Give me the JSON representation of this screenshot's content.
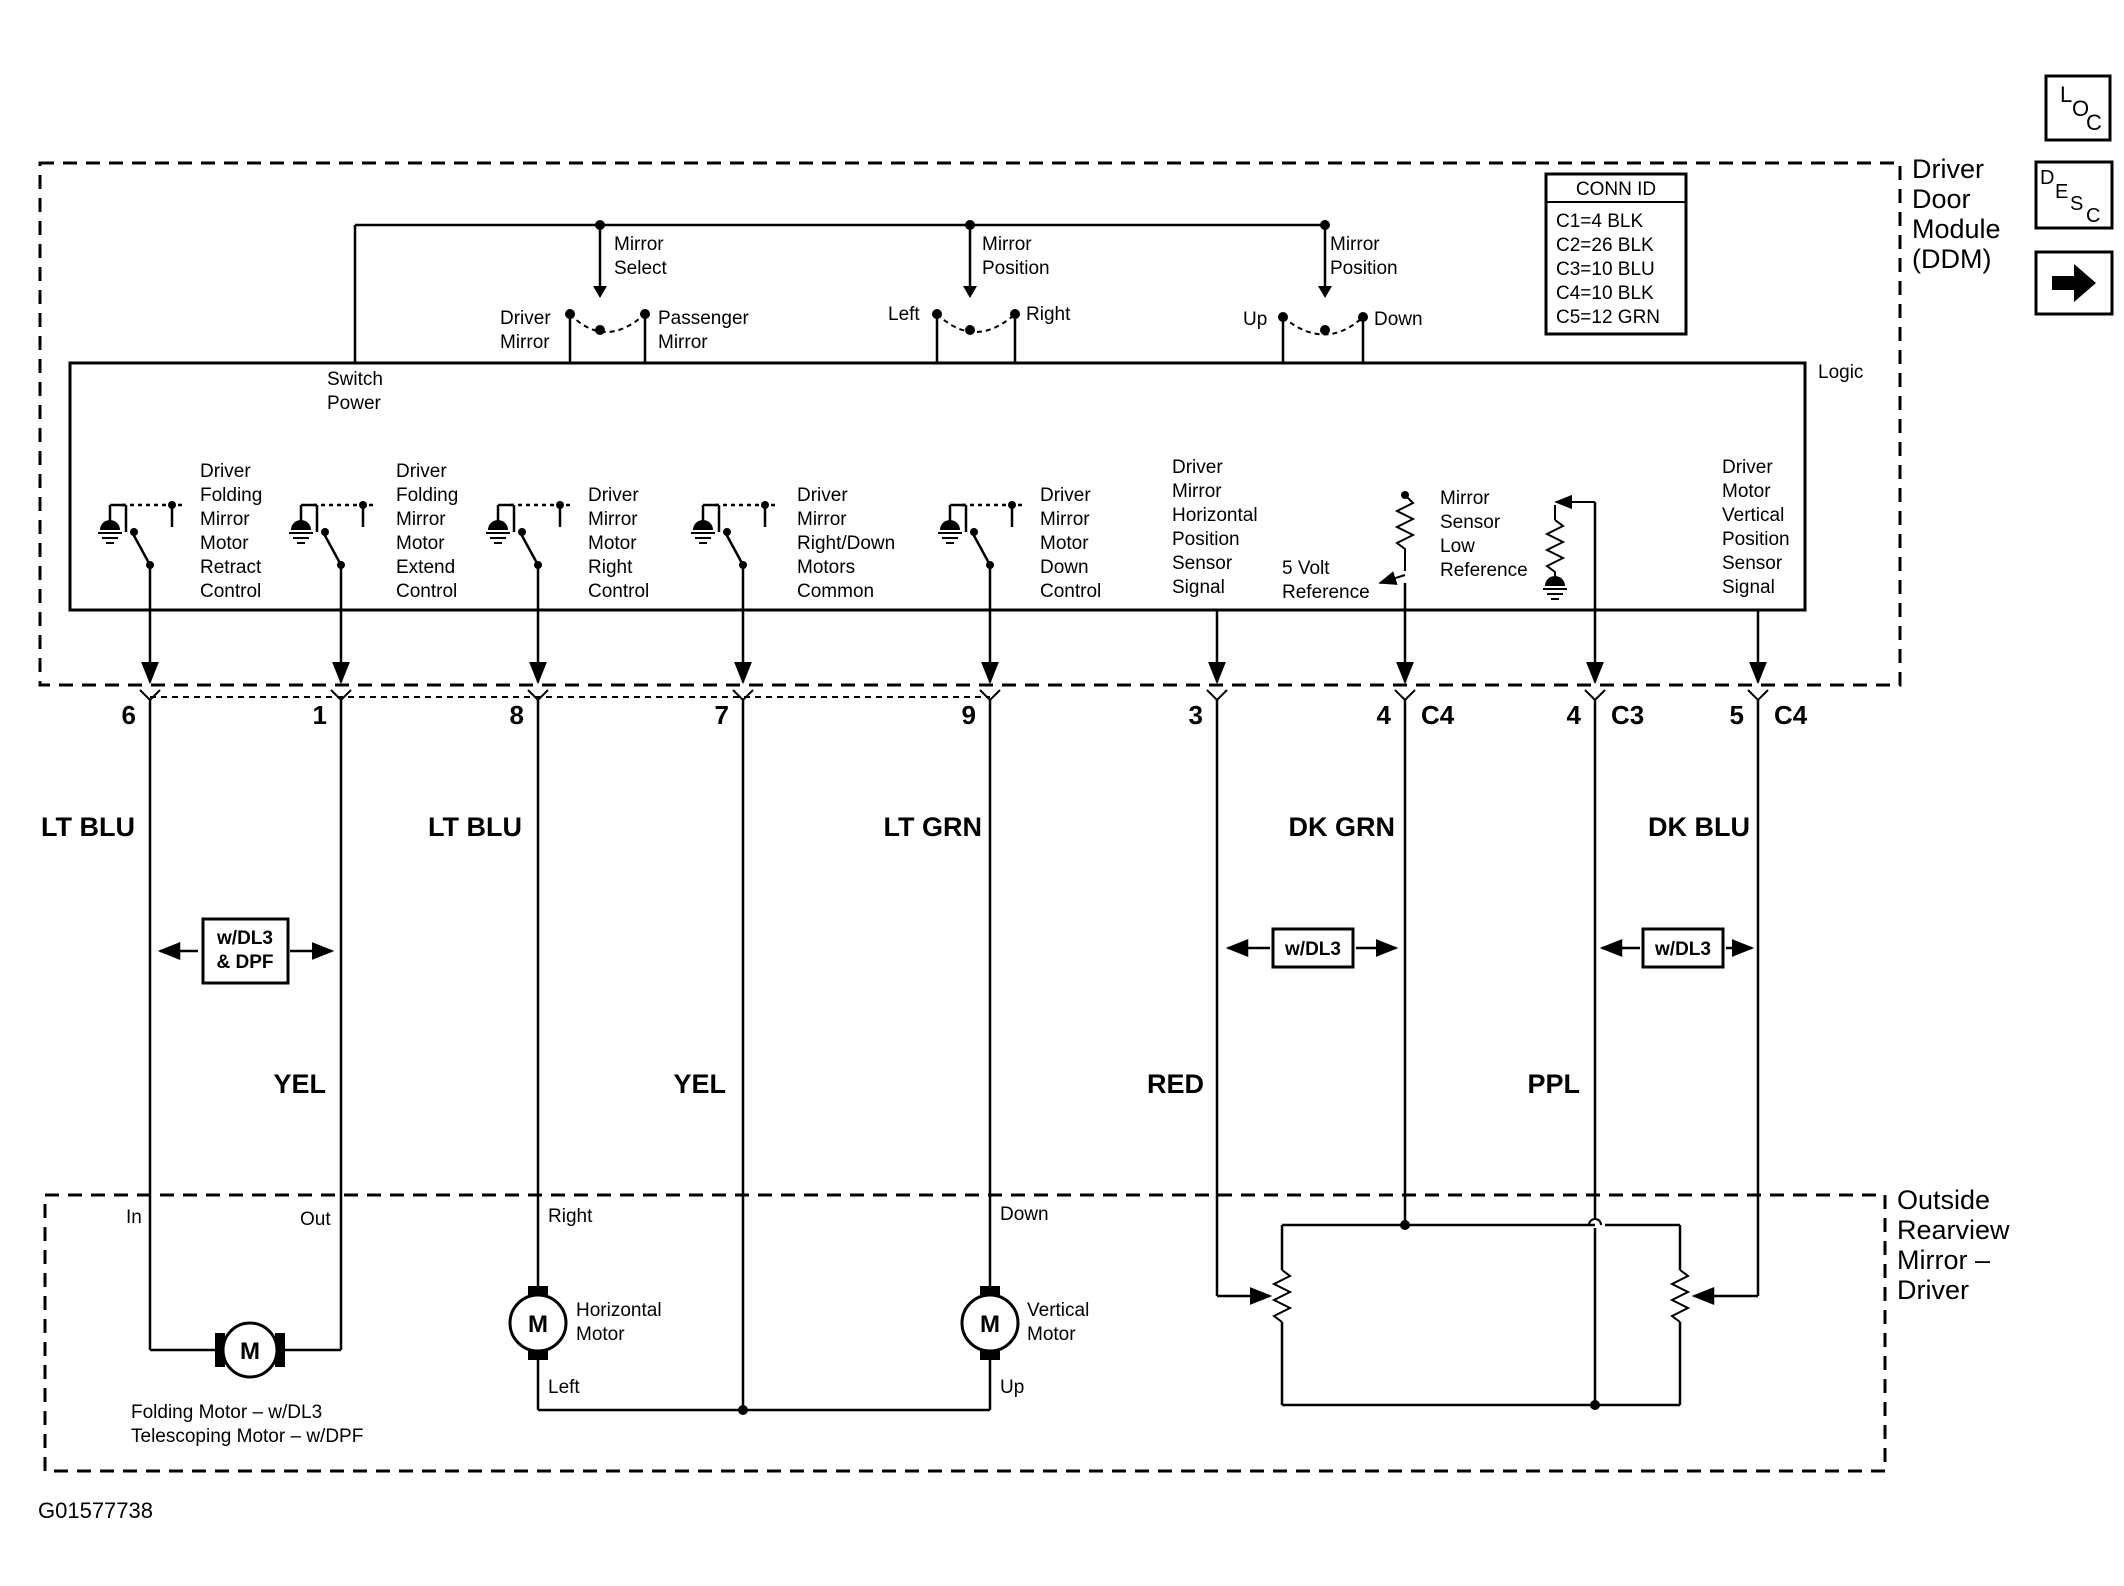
{
  "nav": {
    "loc_label": "LOC",
    "desc_label": "DESC",
    "next_icon": "arrow-right-icon"
  },
  "module": {
    "title_lines": [
      "Driver",
      "Door",
      "Module",
      "(DDM)"
    ],
    "logic_label": "Logic"
  },
  "conn_id": {
    "title": "CONN ID",
    "rows": [
      "C1=4 BLK",
      "C2=26 BLK",
      "C3=10 BLU",
      "C4=10 BLK",
      "C5=12 GRN"
    ]
  },
  "top_switches": {
    "switch_power": [
      "Switch",
      "Power"
    ],
    "select": {
      "name": [
        "Mirror",
        "Select"
      ],
      "left": [
        "Driver",
        "Mirror"
      ],
      "right": [
        "Passenger",
        "Mirror"
      ]
    },
    "lr": {
      "name": [
        "Mirror",
        "Position"
      ],
      "left": "Left",
      "right": "Right"
    },
    "ud": {
      "name": [
        "Mirror",
        "Position"
      ],
      "left": "Up",
      "right": "Down"
    }
  },
  "controls": [
    [
      "Driver",
      "Folding",
      "Mirror",
      "Motor",
      "Retract",
      "Control"
    ],
    [
      "Driver",
      "Folding",
      "Mirror",
      "Motor",
      "Extend",
      "Control"
    ],
    [
      "Driver",
      "Mirror",
      "Motor",
      "Right",
      "Control"
    ],
    [
      "Driver",
      "Mirror",
      "Right/Down",
      "Motors",
      "Common"
    ],
    [
      "Driver",
      "Mirror",
      "Motor",
      "Down",
      "Control"
    ]
  ],
  "sensors": {
    "horizontal": [
      "Driver",
      "Mirror",
      "Horizontal",
      "Position",
      "Sensor",
      "Signal"
    ],
    "five_volt": [
      "5 Volt",
      "Reference"
    ],
    "low_ref": [
      "Mirror",
      "Sensor",
      "Low",
      "Reference"
    ],
    "vertical": [
      "Driver",
      "Motor",
      "Vertical",
      "Position",
      "Sensor",
      "Signal"
    ]
  },
  "pins": [
    "6",
    "1",
    "8",
    "7",
    "9",
    "3",
    "4",
    "4",
    "5"
  ],
  "connectors": [
    "C4",
    "C3",
    "C4"
  ],
  "wire_colors_top": [
    "LT BLU",
    "LT BLU",
    "LT GRN",
    "DK GRN",
    "DK BLU"
  ],
  "wire_colors_bottom": [
    "YEL",
    "YEL",
    "RED",
    "PPL"
  ],
  "options": [
    "w/DL3 & DPF",
    "w/DL3",
    "w/DL3"
  ],
  "mirror": {
    "title_lines": [
      "Outside",
      "Rearview",
      "Mirror –",
      "Driver"
    ],
    "folding": {
      "in": "In",
      "out": "Out",
      "caption": [
        "Folding Motor – w/DL3",
        "Telescoping Motor – w/DPF"
      ]
    },
    "horizontal": {
      "top": "Right",
      "bottom": "Left",
      "name": [
        "Horizontal",
        "Motor"
      ]
    },
    "vertical": {
      "top": "Down",
      "bottom": "Up",
      "name": [
        "Vertical",
        "Motor"
      ]
    },
    "motor_symbol": "M"
  },
  "figure_id": "G01577738"
}
